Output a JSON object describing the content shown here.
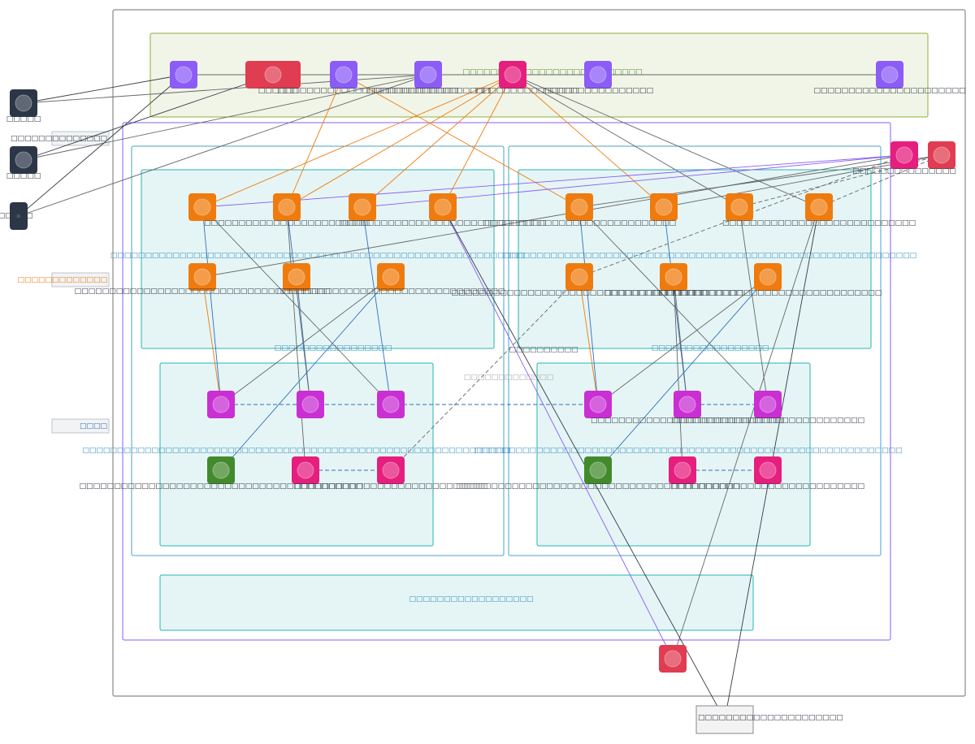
{
  "diagram": {
    "colors": {
      "purple": "#8b5cf6",
      "red": "#e03c52",
      "pink": "#e61e7e",
      "orange": "#ef7b0e",
      "magenta": "#c92fd3",
      "green": "#438a2c",
      "dark": "#2b3647",
      "teal_fill": "#e5f5f5",
      "teal_stroke": "#2bb3b3",
      "olive_fill": "#f1f5e8",
      "olive_stroke": "#8ead3c",
      "edge_gray": "#666666",
      "edge_orange": "#ef7b0e",
      "edge_blue": "#2f6fbf",
      "edge_purple": "#8b5cf6",
      "edge_dark": "#333a44"
    },
    "groups": [
      {
        "id": "outer",
        "label": "",
        "style": "outer"
      },
      {
        "id": "top-band",
        "label": "□□□□□□□□□□□□□□□□□□□□□□□□□□",
        "style": "olive"
      },
      {
        "id": "mid-container",
        "label": "",
        "style": "purple"
      },
      {
        "id": "left-zone",
        "label": "",
        "style": "blue"
      },
      {
        "id": "right-zone",
        "label": "",
        "style": "blue"
      },
      {
        "id": "left-upper",
        "label": "□□□□□□□□□□□□□□□□□",
        "style": "teal"
      },
      {
        "id": "right-upper",
        "label": "□□□□□□□□□□□□□□□□□",
        "style": "teal"
      },
      {
        "id": "left-lower",
        "label": "",
        "style": "teal"
      },
      {
        "id": "right-lower",
        "label": "",
        "style": "teal"
      },
      {
        "id": "bottom-band",
        "label": "□□□□□□□□□□□□□□□□□□",
        "style": "teal"
      }
    ],
    "group_texts": [
      {
        "id": "left-upper-sub",
        "text": "□□□□□□□□□□□□□□□□□□□□□□□□□□□□□□□□□□□□□□□□□□□□□□□□□□□□□□□□□□□□"
      },
      {
        "id": "right-upper-sub",
        "text": "□□□□□□□□□□□□□□□□□□□□□□□□□□□□□□□□□□□□□□□□□□□□□□□□□□□□□□□□□□□□"
      },
      {
        "id": "left-lower-sub",
        "text": "□□□□□□□□□□□□□□□□□□□□□□□□□□□□□□□□□□□□□□□□□□□□□□□□□□□□□□□□□□□□□□"
      },
      {
        "id": "right-lower-sub",
        "text": "□□□□□□□□□□□□□□□□□□□□□□□□□□□□□□□□□□□□□□□□□□□□□□□□□□□□□□□□□□□□□□"
      },
      {
        "id": "right-zone-caption",
        "text": "□□□□□□□□□□"
      },
      {
        "id": "mid-caption",
        "text": "□□□□□□□□□□□□□"
      }
    ],
    "legend": [
      {
        "id": "legend-1",
        "text": "□□□□□□□□□□□□□□",
        "color": "#333a44"
      },
      {
        "id": "legend-2",
        "text": "□□□□□□□□□□□□□",
        "color": "#ef7b0e"
      },
      {
        "id": "legend-3",
        "text": "□□□□",
        "color": "#2f6fbf"
      }
    ],
    "nodes": [
      {
        "id": "ext-1",
        "label": "□□□□□",
        "color": "dark",
        "shape": "square",
        "icon": "user-icon"
      },
      {
        "id": "ext-2",
        "label": "□□□□□",
        "color": "dark",
        "shape": "square",
        "icon": "user-icon"
      },
      {
        "id": "ext-3",
        "label": "□□□□□",
        "color": "dark",
        "shape": "tall",
        "icon": "device-icon"
      },
      {
        "id": "top-1",
        "label": "",
        "color": "purple",
        "shape": "square",
        "icon": "service-icon"
      },
      {
        "id": "top-2",
        "label": "□□□",
        "color": "red",
        "shape": "wide",
        "icon": "gateway-icon"
      },
      {
        "id": "top-3",
        "label": "□□□□□□□□□□□□□□□□□□□□□□□□□□□□□",
        "color": "purple",
        "shape": "square",
        "icon": "service-icon"
      },
      {
        "id": "top-4",
        "label": "□□□□□□□□□□□□□□□□□□",
        "color": "purple",
        "shape": "square",
        "icon": "service-icon"
      },
      {
        "id": "top-5",
        "label": "□□□□□□□□□□□□□□□",
        "color": "pink",
        "shape": "square",
        "icon": "router-icon"
      },
      {
        "id": "top-6",
        "label": "□□□□□□□□□□□□□□□□",
        "color": "purple",
        "shape": "square",
        "icon": "service-icon"
      },
      {
        "id": "top-7",
        "label": "□□□□□□□□□□□□□□□□□□□□□□",
        "color": "purple",
        "shape": "square",
        "icon": "service-icon"
      },
      {
        "id": "side-1",
        "label": "□□□□□□□□□□□□□□□",
        "color": "pink",
        "shape": "square",
        "icon": "router-icon"
      },
      {
        "id": "side-2",
        "label": "",
        "color": "red",
        "shape": "square",
        "icon": "gateway-icon"
      },
      {
        "id": "lu-1",
        "label": "",
        "color": "orange",
        "shape": "square",
        "icon": "compute-icon"
      },
      {
        "id": "lu-2",
        "label": "□□□□□□□□□□□□□□□□□□□□□□□□",
        "color": "orange",
        "shape": "square",
        "icon": "compute-icon"
      },
      {
        "id": "lu-3",
        "label": "",
        "color": "orange",
        "shape": "square",
        "icon": "compute-icon"
      },
      {
        "id": "lu-4",
        "label": "□□□□□□□□□□□□□□□□□□□□□□□□□□□□□□",
        "color": "orange",
        "shape": "square",
        "icon": "compute-icon"
      },
      {
        "id": "lu-5",
        "label": "□□□□□□□□□□□□□□□□□□□□□□□□□□□□□□□□□□□□□",
        "color": "orange",
        "shape": "square",
        "icon": "compute-icon"
      },
      {
        "id": "lu-6",
        "label": "",
        "color": "orange",
        "shape": "square",
        "icon": "compute-icon"
      },
      {
        "id": "lu-7",
        "label": "□□□□□□□□□□□□□□□□□□□□□□□□□□□□□□□□□",
        "color": "orange",
        "shape": "square",
        "icon": "compute-icon"
      },
      {
        "id": "ru-1",
        "label": "□□□□□□□□□□□□□□□□□□□□□□□□□□□□",
        "color": "orange",
        "shape": "square",
        "icon": "compute-icon"
      },
      {
        "id": "ru-2",
        "label": "",
        "color": "orange",
        "shape": "square",
        "icon": "compute-icon"
      },
      {
        "id": "ru-3",
        "label": "",
        "color": "orange",
        "shape": "square",
        "icon": "compute-icon"
      },
      {
        "id": "ru-4",
        "label": "□□□□□□□□□□□□□□□□□□□□□□□□□□□□",
        "color": "orange",
        "shape": "square",
        "icon": "compute-icon"
      },
      {
        "id": "ru-5",
        "label": "□□□□□□□□□□□□□□□□□□□□□□□□□□□□□□□□□□□□□",
        "color": "orange",
        "shape": "square",
        "icon": "compute-icon"
      },
      {
        "id": "ru-6",
        "label": "□□□□□□□□□□□□□□□□□□□□",
        "color": "orange",
        "shape": "square",
        "icon": "compute-icon"
      },
      {
        "id": "ru-7",
        "label": "□□□□□□□□□□□□□□□□□□□□□□□□□□□□□□□□□",
        "color": "orange",
        "shape": "square",
        "icon": "compute-icon"
      },
      {
        "id": "ll-1",
        "label": "",
        "color": "magenta",
        "shape": "square",
        "icon": "database-icon"
      },
      {
        "id": "ll-2",
        "label": "",
        "color": "magenta",
        "shape": "square",
        "icon": "database-icon"
      },
      {
        "id": "ll-3",
        "label": "",
        "color": "magenta",
        "shape": "square",
        "icon": "database-icon"
      },
      {
        "id": "ll-4",
        "label": "□□□□□□□□□□□□□□□□□□□□□□□□□□□□□□□□□□□□□□□□□",
        "color": "green",
        "shape": "square",
        "icon": "storage-icon"
      },
      {
        "id": "ll-5",
        "label": "",
        "color": "pink",
        "shape": "square",
        "icon": "queue-icon"
      },
      {
        "id": "ll-6",
        "label": "□□□□□□□□□□□□□□□□□□□□□□□□□□□□",
        "color": "pink",
        "shape": "square",
        "icon": "queue-icon"
      },
      {
        "id": "rl-1",
        "label": "",
        "color": "magenta",
        "shape": "square",
        "icon": "database-icon"
      },
      {
        "id": "rl-2",
        "label": "□□□□□□□□□□□□□□□□□□□□□□□□□□□□",
        "color": "magenta",
        "shape": "square",
        "icon": "database-icon"
      },
      {
        "id": "rl-3",
        "label": "□□□□□□□□□□□□□□□□□□□□□□□□□□□□",
        "color": "magenta",
        "shape": "square",
        "icon": "database-icon"
      },
      {
        "id": "rl-4",
        "label": "□□□□□□□□□□□□□□□□□□□□□□□□□□□□□□□□□□□□□□□□□",
        "color": "green",
        "shape": "square",
        "icon": "storage-icon"
      },
      {
        "id": "rl-5",
        "label": "",
        "color": "pink",
        "shape": "square",
        "icon": "queue-icon"
      },
      {
        "id": "rl-6",
        "label": "□□□□□□□□□□□□□□□□□□□□□□□□□□□□",
        "color": "pink",
        "shape": "square",
        "icon": "queue-icon"
      },
      {
        "id": "bottom-node",
        "label": "",
        "color": "red",
        "shape": "square",
        "icon": "gateway-icon"
      },
      {
        "id": "ext-box",
        "label": "□□□□□□□□□□□□□□□□□□□□□",
        "color": "box",
        "shape": "box",
        "icon": ""
      }
    ],
    "edges": [
      {
        "from": "ext-1",
        "to": "top-1",
        "kind": "dark"
      },
      {
        "from": "ext-1",
        "to": "top-4",
        "kind": "gray"
      },
      {
        "from": "ext-2",
        "to": "top-2",
        "kind": "dark"
      },
      {
        "from": "ext-2",
        "to": "top-4",
        "kind": "gray"
      },
      {
        "from": "ext-3",
        "to": "top-1",
        "kind": "dark"
      },
      {
        "from": "ext-3",
        "to": "top-4",
        "kind": "gray"
      },
      {
        "from": "top-1",
        "to": "top-7",
        "kind": "gray"
      },
      {
        "from": "top-3",
        "to": "top-1",
        "kind": "gray"
      },
      {
        "from": "lu-2",
        "to": "top-3",
        "kind": "orange"
      },
      {
        "from": "ru-1",
        "to": "top-3",
        "kind": "orange"
      },
      {
        "from": "lu-1",
        "to": "top-5",
        "kind": "orange"
      },
      {
        "from": "lu-2",
        "to": "top-5",
        "kind": "orange"
      },
      {
        "from": "lu-3",
        "to": "top-5",
        "kind": "orange"
      },
      {
        "from": "lu-4",
        "to": "top-5",
        "kind": "orange"
      },
      {
        "from": "ru-2",
        "to": "top-5",
        "kind": "orange"
      },
      {
        "from": "ru-3",
        "to": "top-5",
        "kind": "gray"
      },
      {
        "from": "ru-4",
        "to": "top-5",
        "kind": "gray"
      },
      {
        "from": "lu-1",
        "to": "side-1",
        "kind": "purple"
      },
      {
        "from": "lu-3",
        "to": "side-1",
        "kind": "purple"
      },
      {
        "from": "lu-5",
        "to": "side-1",
        "kind": "gray"
      },
      {
        "from": "ru-1",
        "to": "side-2",
        "kind": "gray"
      },
      {
        "from": "ru-2",
        "to": "side-2",
        "kind": "gray"
      },
      {
        "from": "ru-3",
        "to": "side-2",
        "kind": "dashed"
      },
      {
        "from": "ru-4",
        "to": "side-2",
        "kind": "dashed"
      },
      {
        "from": "ru-5",
        "to": "side-1",
        "kind": "dashed"
      },
      {
        "from": "lu-1",
        "to": "ll-1",
        "kind": "blue"
      },
      {
        "from": "lu-5",
        "to": "ll-1",
        "kind": "orange"
      },
      {
        "from": "lu-2",
        "to": "ll-2",
        "kind": "blue"
      },
      {
        "from": "lu-6",
        "to": "ll-2",
        "kind": "gray"
      },
      {
        "from": "lu-2",
        "to": "ll-5",
        "kind": "gray"
      },
      {
        "from": "lu-3",
        "to": "ll-3",
        "kind": "blue"
      },
      {
        "from": "lu-1",
        "to": "ll-3",
        "kind": "gray"
      },
      {
        "from": "lu-7",
        "to": "ll-1",
        "kind": "gray"
      },
      {
        "from": "lu-7",
        "to": "ll-4",
        "kind": "blue"
      },
      {
        "from": "ll-1",
        "to": "rl-1",
        "kind": "dashed-blue"
      },
      {
        "from": "ll-5",
        "to": "ll-6",
        "kind": "dashed-blue"
      },
      {
        "from": "rl-2",
        "to": "rl-3",
        "kind": "dashed-blue"
      },
      {
        "from": "rl-5",
        "to": "rl-6",
        "kind": "dashed-blue"
      },
      {
        "from": "ru-5",
        "to": "ll-6",
        "kind": "dashed"
      },
      {
        "from": "ru-1",
        "to": "rl-1",
        "kind": "blue"
      },
      {
        "from": "ru-5",
        "to": "rl-1",
        "kind": "orange"
      },
      {
        "from": "ru-2",
        "to": "rl-2",
        "kind": "blue"
      },
      {
        "from": "ru-6",
        "to": "rl-2",
        "kind": "gray"
      },
      {
        "from": "ru-6",
        "to": "rl-5",
        "kind": "gray"
      },
      {
        "from": "ru-1",
        "to": "rl-3",
        "kind": "gray"
      },
      {
        "from": "ru-3",
        "to": "rl-3",
        "kind": "gray"
      },
      {
        "from": "ru-7",
        "to": "rl-1",
        "kind": "gray"
      },
      {
        "from": "ru-7",
        "to": "rl-4",
        "kind": "blue"
      },
      {
        "from": "lu-4",
        "to": "bottom-node",
        "kind": "purple"
      },
      {
        "from": "ru-4",
        "to": "bottom-node",
        "kind": "gray"
      },
      {
        "from": "lu-4",
        "to": "ext-box",
        "kind": "dark"
      },
      {
        "from": "ru-4",
        "to": "ext-box",
        "kind": "dark"
      }
    ]
  }
}
